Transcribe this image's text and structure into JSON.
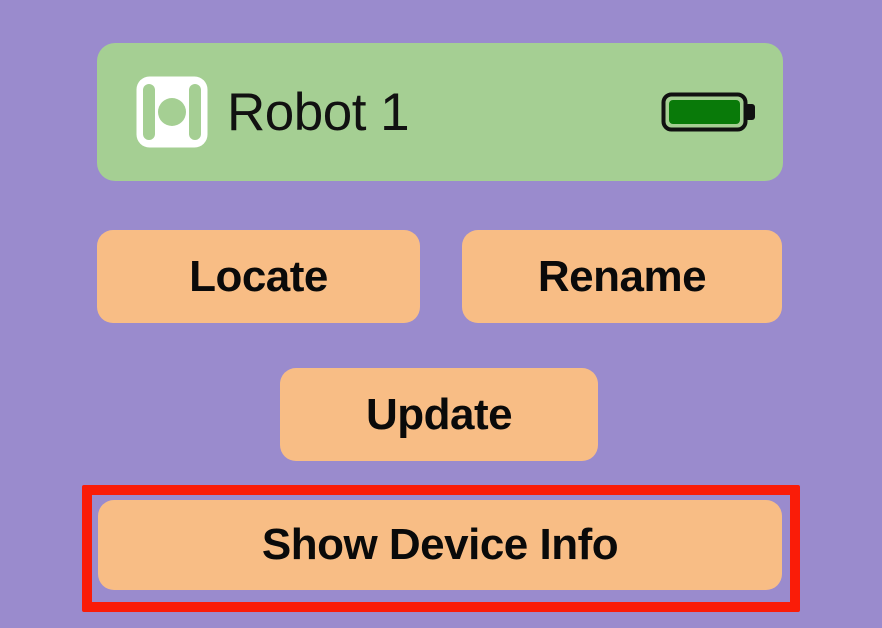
{
  "colors": {
    "background": "#9a8bcd",
    "card": "#a5cf93",
    "button": "#f8bd85",
    "button_text": "#0a0a0a",
    "battery_fill": "#097a09",
    "battery_outline": "#111111",
    "highlight": "#fa1c08",
    "robot_icon_body": "#ffffff"
  },
  "device": {
    "icon": "robot-icon",
    "name": "Robot 1",
    "battery": {
      "icon": "battery-full-icon",
      "level_percent": 100
    }
  },
  "actions": {
    "locate": "Locate",
    "rename": "Rename",
    "update": "Update",
    "show_device_info": "Show Device Info"
  },
  "highlight": {
    "target": "show-device-info-button"
  }
}
